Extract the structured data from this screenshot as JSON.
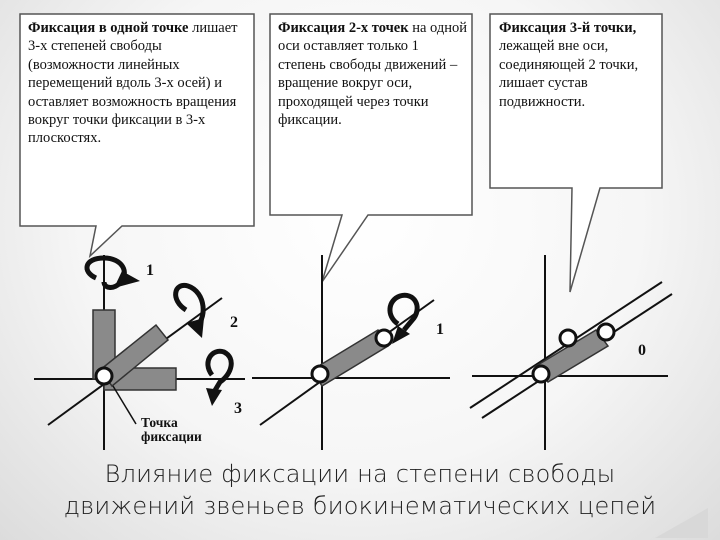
{
  "callouts": [
    {
      "bold": "Фиксация в одной точке",
      "text": "лишает 3-х степеней свободы (возможности линейных перемещений вдоль 3-х осей) и оставляет возможность вращения вокруг точки фиксации в 3-х плоскостях."
    },
    {
      "bold": "Фиксация 2-х точек",
      "text": "на одной оси оставляет только 1 степень свободы движений – вращение вокруг оси, проходящей через точки фиксации."
    },
    {
      "bold": "Фиксация 3-й точки,",
      "text": "лежащей вне оси, соединяющей 2 точки, лишает сустав подвижности."
    }
  ],
  "labels": {
    "rot1": "1",
    "rot2": "2",
    "rot3": "3",
    "fixation_point": "Точка фиксации",
    "panel2_degree": "1",
    "panel3_degree": "0"
  },
  "caption": {
    "line1": "Влияние фиксации на степени свободы",
    "line2": "движений звеньев биокинематических цепей"
  },
  "colors": {
    "link_fill": "#8a8a8a",
    "line": "#111111",
    "callout_bg": "#ffffff"
  }
}
